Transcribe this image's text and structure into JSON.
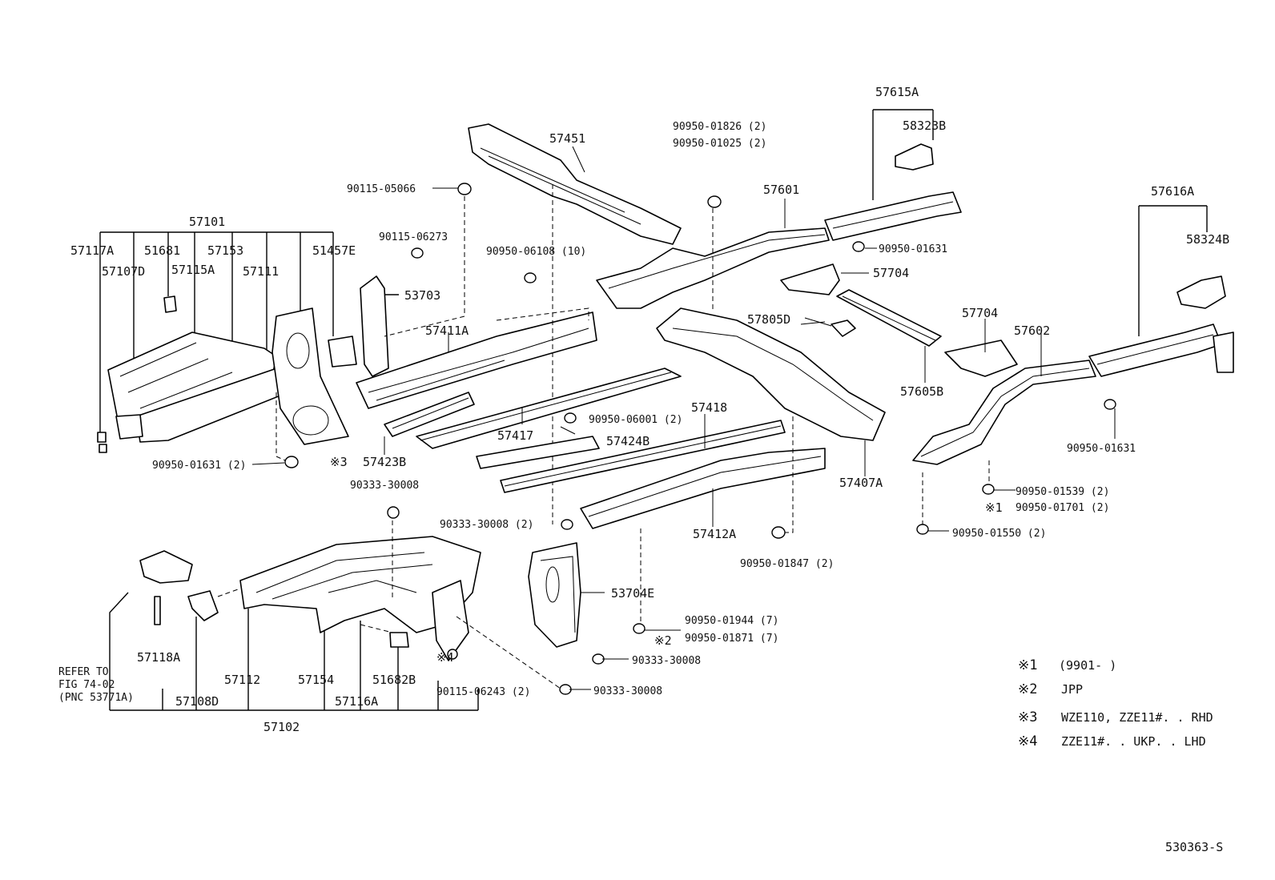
{
  "labels": {
    "l57101": "57101",
    "l57117A": "57117A",
    "l51681": "51681",
    "l57153": "57153",
    "l57107D": "57107D",
    "l57115A": "57115A",
    "l57111": "57111",
    "l51457E": "51457E",
    "l90115_05066": "90115-05066",
    "l90115_06273": "90115-06273",
    "l53703": "53703",
    "l57451": "57451",
    "l90950_06108": "90950-06108 (10)",
    "l57411A": "57411A",
    "l90950_01631_2": "90950-01631 (2)",
    "l57423B": "57423B",
    "l57417": "57417",
    "l90950_06001": "90950-06001 (2)",
    "l57424B": "57424B",
    "l57418": "57418",
    "l90333_30008a": "90333-30008",
    "l90333_30008b": "90333-30008 (2)",
    "l57412A": "57412A",
    "l90950_01826": "90950-01826 (2)",
    "l90950_01025": "90950-01025 (2)",
    "l57601": "57601",
    "l57615A": "57615A",
    "l58323B": "58323B",
    "l90950_01631a": "90950-01631",
    "l57704a": "57704",
    "l57805D": "57805D",
    "l57704b": "57704",
    "l57605B": "57605B",
    "l57602": "57602",
    "l57616A": "57616A",
    "l58324B": "58324B",
    "l90950_01631b": "90950-01631",
    "l57407A": "57407A",
    "l90950_01539": "90950-01539 (2)",
    "l90950_01701": "90950-01701 (2)",
    "l90950_01550": "90950-01550 (2)",
    "l90950_01847": "90950-01847 (2)",
    "l53704E": "53704E",
    "l90950_01944": "90950-01944 (7)",
    "l90950_01871": "90950-01871 (7)",
    "l90333_30008c": "90333-30008",
    "l90333_30008d": "90333-30008",
    "l57118A": "57118A",
    "l57112": "57112",
    "l57154": "57154",
    "l51682B": "51682B",
    "l90115_06243": "90115-06243 (2)",
    "l57108D": "57108D",
    "l57116A": "57116A",
    "l57102": "57102",
    "refer1": "REFER TO",
    "refer2": "FIG 74-02",
    "refer3": "(PNC 53771A)"
  },
  "marks": {
    "m1": "※1",
    "m2": "※2",
    "m3": "※3",
    "m4": "※4"
  },
  "notes": [
    {
      "mark": "※1",
      "text": "(9901-      )"
    },
    {
      "mark": "※2",
      "text": "JPP"
    },
    {
      "mark": "※3",
      "text": "WZE110, ZZE11#. . RHD"
    },
    {
      "mark": "※4",
      "text": "ZZE11#. . UKP. . LHD"
    }
  ],
  "figure_id": "530363-S"
}
